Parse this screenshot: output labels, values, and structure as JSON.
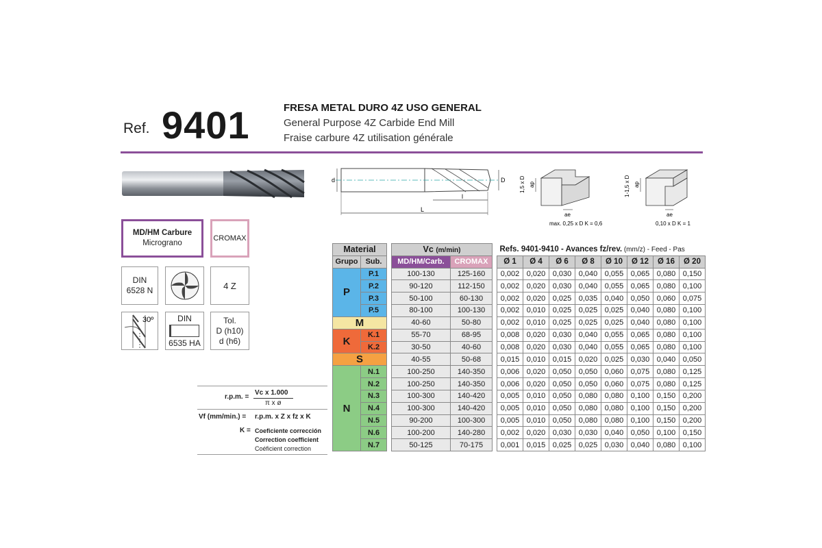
{
  "header": {
    "ref_label": "Ref.",
    "ref_number": "9401",
    "title_es": "FRESA METAL DURO 4Z USO GENERAL",
    "title_en": "General Purpose 4Z Carbide End Mill",
    "title_fr": "Fraise carbure 4Z utilisation générale"
  },
  "colors": {
    "accent": "#8b4f99",
    "cromax": "#d9a2b9",
    "group_P": "#5bb5e8",
    "group_M": "#f5e6a3",
    "group_K": "#ef6a3a",
    "group_S": "#f5a142",
    "group_N": "#8ccc85"
  },
  "icons": {
    "material_line1": "MD/HM Carbure",
    "material_line2": "Micrograno",
    "cromax": "CROMAX",
    "din_line1": "DIN",
    "din_line2": "6528 N",
    "flutes": "4 Z",
    "helix": "30º",
    "din2_top": "DIN",
    "din2_bottom": "6535 HA",
    "tol_line1": "Tol.",
    "tol_line2": "D (h10)",
    "tol_line3": "d (h6)"
  },
  "drawing": {
    "d_label": "d",
    "D_label": "D",
    "l_label": "l",
    "L_label": "L",
    "slot1_depth": "1,5 x D",
    "slot1_ap": "ap",
    "slot1_ae": "ae",
    "slot1_caption": "max. 0,25 x D   K = 0,6",
    "slot2_depth": "1-1,5 x D",
    "slot2_ap": "ap",
    "slot2_ae": "ae",
    "slot2_caption": "0,10 x D   K = 1"
  },
  "formulas": {
    "rpm_label": "r.p.m. =",
    "rpm_num": "Vc x 1.000",
    "rpm_den": "π x ø",
    "vf_label": "Vf (mm/min.) =",
    "vf_expr": "r.p.m. x Z x fz x K",
    "k_label": "K =",
    "k_es": "Coeficiente corrección",
    "k_en": "Correction coefficient",
    "k_fr": "Coéficient correction"
  },
  "table": {
    "material_header": "Material",
    "grupo_header": "Grupo",
    "sub_header": "Sub.",
    "vc_header": "Vc",
    "vc_unit": "(m/min)",
    "md_header": "MD/HM/Carb.",
    "cromax_header": "CROMAX",
    "refs_header": "Refs. 9401-9410 - Avances fz/rev.",
    "refs_unit": " (mm/z) - Feed - Pas",
    "diameters": [
      "Ø 1",
      "Ø 4",
      "Ø 6",
      "Ø 8",
      "Ø 10",
      "Ø 12",
      "Ø 16",
      "Ø 20"
    ],
    "groups": [
      {
        "name": "P",
        "color": "#5bb5e8",
        "rows": [
          {
            "sub": "P.1",
            "md": "100-130",
            "cr": "125-160",
            "fz": [
              "0,002",
              "0,020",
              "0,030",
              "0,040",
              "0,055",
              "0,065",
              "0,080",
              "0,150"
            ]
          },
          {
            "sub": "P.2",
            "md": "90-120",
            "cr": "112-150",
            "fz": [
              "0,002",
              "0,020",
              "0,030",
              "0,040",
              "0,055",
              "0,065",
              "0,080",
              "0,100"
            ]
          },
          {
            "sub": "P.3",
            "md": "50-100",
            "cr": "60-130",
            "fz": [
              "0,002",
              "0,020",
              "0,025",
              "0,035",
              "0,040",
              "0,050",
              "0,060",
              "0,075"
            ]
          },
          {
            "sub": "P.5",
            "md": "80-100",
            "cr": "100-130",
            "fz": [
              "0,002",
              "0,010",
              "0,025",
              "0,025",
              "0,025",
              "0,040",
              "0,080",
              "0,100"
            ]
          }
        ]
      },
      {
        "name": "M",
        "color": "#f5e6a3",
        "rows": [
          {
            "sub": "",
            "md": "40-60",
            "cr": "50-80",
            "fz": [
              "0,002",
              "0,010",
              "0,025",
              "0,025",
              "0,025",
              "0,040",
              "0,080",
              "0,100"
            ]
          }
        ]
      },
      {
        "name": "K",
        "color": "#ef6a3a",
        "rows": [
          {
            "sub": "K.1",
            "md": "55-70",
            "cr": "68-95",
            "fz": [
              "0,008",
              "0,020",
              "0,030",
              "0,040",
              "0,055",
              "0,065",
              "0,080",
              "0,100"
            ]
          },
          {
            "sub": "K.2",
            "md": "30-50",
            "cr": "40-60",
            "fz": [
              "0,008",
              "0,020",
              "0,030",
              "0,040",
              "0,055",
              "0,065",
              "0,080",
              "0,100"
            ]
          }
        ]
      },
      {
        "name": "S",
        "color": "#f5a142",
        "rows": [
          {
            "sub": "",
            "md": "40-55",
            "cr": "50-68",
            "fz": [
              "0,015",
              "0,010",
              "0,015",
              "0,020",
              "0,025",
              "0,030",
              "0,040",
              "0,050"
            ]
          }
        ]
      },
      {
        "name": "N",
        "color": "#8ccc85",
        "rows": [
          {
            "sub": "N.1",
            "md": "100-250",
            "cr": "140-350",
            "fz": [
              "0,006",
              "0,020",
              "0,050",
              "0,050",
              "0,060",
              "0,075",
              "0,080",
              "0,125"
            ]
          },
          {
            "sub": "N.2",
            "md": "100-250",
            "cr": "140-350",
            "fz": [
              "0,006",
              "0,020",
              "0,050",
              "0,050",
              "0,060",
              "0,075",
              "0,080",
              "0,125"
            ]
          },
          {
            "sub": "N.3",
            "md": "100-300",
            "cr": "140-420",
            "fz": [
              "0,005",
              "0,010",
              "0,050",
              "0,080",
              "0,080",
              "0,100",
              "0,150",
              "0,200"
            ]
          },
          {
            "sub": "N.4",
            "md": "100-300",
            "cr": "140-420",
            "fz": [
              "0,005",
              "0,010",
              "0,050",
              "0,080",
              "0,080",
              "0,100",
              "0,150",
              "0,200"
            ]
          },
          {
            "sub": "N.5",
            "md": "90-200",
            "cr": "100-300",
            "fz": [
              "0,005",
              "0,010",
              "0,050",
              "0,080",
              "0,080",
              "0,100",
              "0,150",
              "0,200"
            ]
          },
          {
            "sub": "N.6",
            "md": "100-200",
            "cr": "140-280",
            "fz": [
              "0,002",
              "0,020",
              "0,030",
              "0,030",
              "0,040",
              "0,050",
              "0,100",
              "0,150"
            ]
          },
          {
            "sub": "N.7",
            "md": "50-125",
            "cr": "70-175",
            "fz": [
              "0,001",
              "0,015",
              "0,025",
              "0,025",
              "0,030",
              "0,040",
              "0,080",
              "0,100"
            ]
          }
        ]
      }
    ]
  }
}
